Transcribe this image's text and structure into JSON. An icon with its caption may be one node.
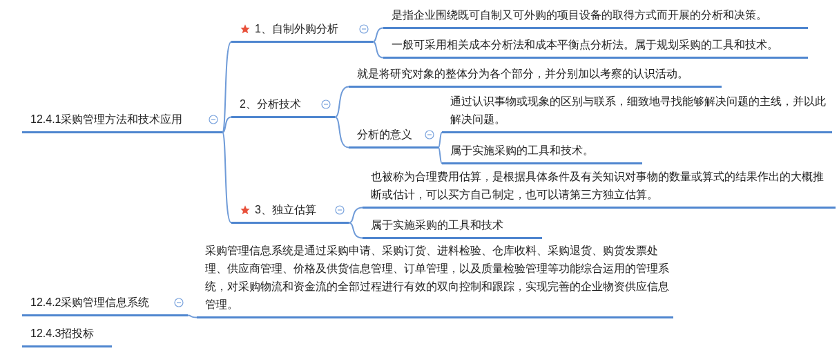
{
  "diagram": {
    "nodes": [
      {
        "text": [
          "12.4.1采购管理方法和技术应用"
        ]
      },
      {
        "text": [
          "1、自制外购分析"
        ]
      },
      {
        "text": [
          "是指企业围绕既可自制又可外购的项目设备的取得方式而开展的分析和决策。"
        ]
      },
      {
        "text": [
          "一般可采用相关成本分析法和成本平衡点分析法。属于规划采购的工具和技术。"
        ]
      },
      {
        "text": [
          "2、分析技术"
        ]
      },
      {
        "text": [
          "就是将研究对象的整体分为各个部分，并分别加以考察的认识活动。"
        ]
      },
      {
        "text": [
          "分析的意义"
        ]
      },
      {
        "text": [
          "通过认识事物或现象的区别与联系，细致地寻找能够解决问题的主线，并以此解决问题。"
        ]
      },
      {
        "text": [
          "属于实施采购的工具和技术。"
        ]
      },
      {
        "text": [
          "3、独立估算"
        ]
      },
      {
        "text": [
          "也被称为合理费用估算，是根据具体条件及有关知识对事物的数量或算式的结果作出的大概推断或估计，可以买方自己制定，也可以请第三方独立估算。"
        ]
      },
      {
        "text": [
          "属于实施采购的工具和技术"
        ]
      },
      {
        "text": [
          "12.4.2采购管理信息系统"
        ]
      },
      {
        "text": [
          "采购管理信息系统是通过采购申请、采购订货、进料检验、仓库收料、采购退货、购货发票处理、供应商管理、价格及供货信息管理、订单管理，以及质量检验管理等功能综合运用的管理系统，对采购物流和资金流的全部过程进行有效的双向控制和跟踪，实现完善的企业物资供应信息管理。"
        ]
      },
      {
        "text": [
          "12.4.3招投标"
        ]
      }
    ],
    "edges": [
      {
        "from": 0,
        "to": 1,
        "arrow": "none"
      },
      {
        "from": 0,
        "to": 4,
        "arrow": "none"
      },
      {
        "from": 0,
        "to": 9,
        "arrow": "none"
      },
      {
        "from": 1,
        "to": 2,
        "arrow": "none"
      },
      {
        "from": 1,
        "to": 3,
        "arrow": "none"
      },
      {
        "from": 4,
        "to": 5,
        "arrow": "none"
      },
      {
        "from": 4,
        "to": 6,
        "arrow": "none"
      },
      {
        "from": 6,
        "to": 7,
        "arrow": "none"
      },
      {
        "from": 6,
        "to": 8,
        "arrow": "none"
      },
      {
        "from": 9,
        "to": 10,
        "arrow": "none"
      },
      {
        "from": 9,
        "to": 11,
        "arrow": "none"
      },
      {
        "from": 12,
        "to": 13,
        "arrow": "none"
      }
    ]
  }
}
